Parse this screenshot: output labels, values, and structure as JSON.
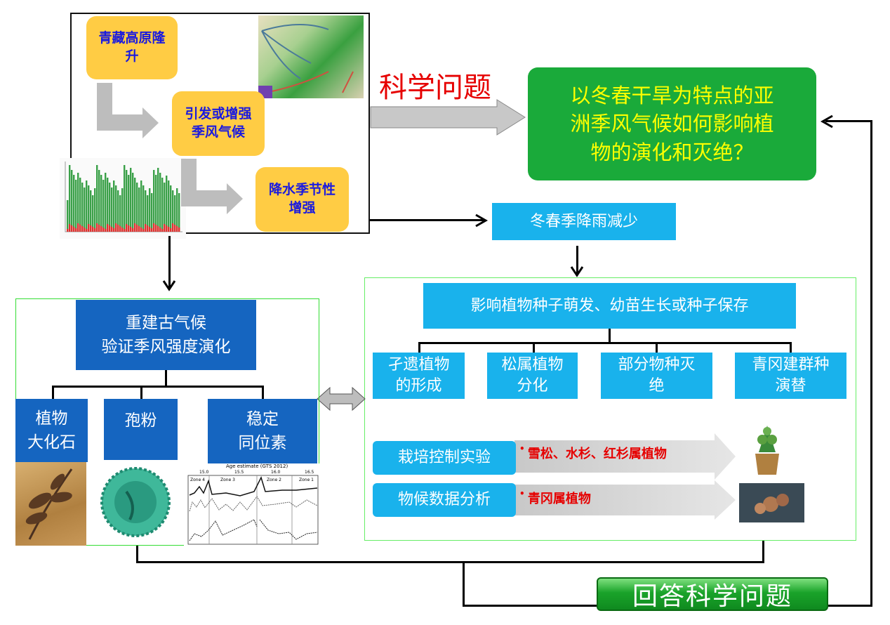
{
  "top_left": {
    "step1": "青藏高原隆\n升",
    "step2": "引发或增强\n季风气候",
    "step3": "降水季节性\n增强"
  },
  "science_question_label": "科学问题",
  "question": "以冬春干旱为特点的亚\n洲季风气候如何影响植\n物的演化和灭绝？",
  "rain_decrease": "冬春季降雨减少",
  "right_panel": {
    "effect": "影响植物种子萌发、幼苗生长或种子保存",
    "outcomes": [
      "孑遗植物\n的形成",
      "松属植物\n分化",
      "部分物种灭\n绝",
      "青冈建群种\n演替"
    ],
    "methods": [
      {
        "label": "栽培控制实验",
        "detail": "雪松、水杉、红杉属植物"
      },
      {
        "label": "物候数据分析",
        "detail": "青冈属植物"
      }
    ]
  },
  "left_panel": {
    "title": "重建古气候\n验证季风强度演化",
    "proxies": [
      "植物\n大化石",
      "孢粉",
      "稳定\n同位素"
    ],
    "isotope_chart": {
      "title": "Age estimate (GTS 2012)",
      "ticks": [
        "15.0",
        "15.5",
        "16.0",
        "16.5"
      ],
      "zones": [
        "Zone 4",
        "Zone 3",
        "Zone 2",
        "Zone 1"
      ]
    }
  },
  "answer": "回答科学问题",
  "colors": {
    "yellow_box": "#FFCC44",
    "yellow_text": "#1A1ADF",
    "question_green": "#1AAA3A",
    "question_text": "#FFFF00",
    "light_blue": "#19B2EC",
    "dark_blue": "#1565C0",
    "red": "#E60000",
    "panel_border": "#66EE66"
  }
}
